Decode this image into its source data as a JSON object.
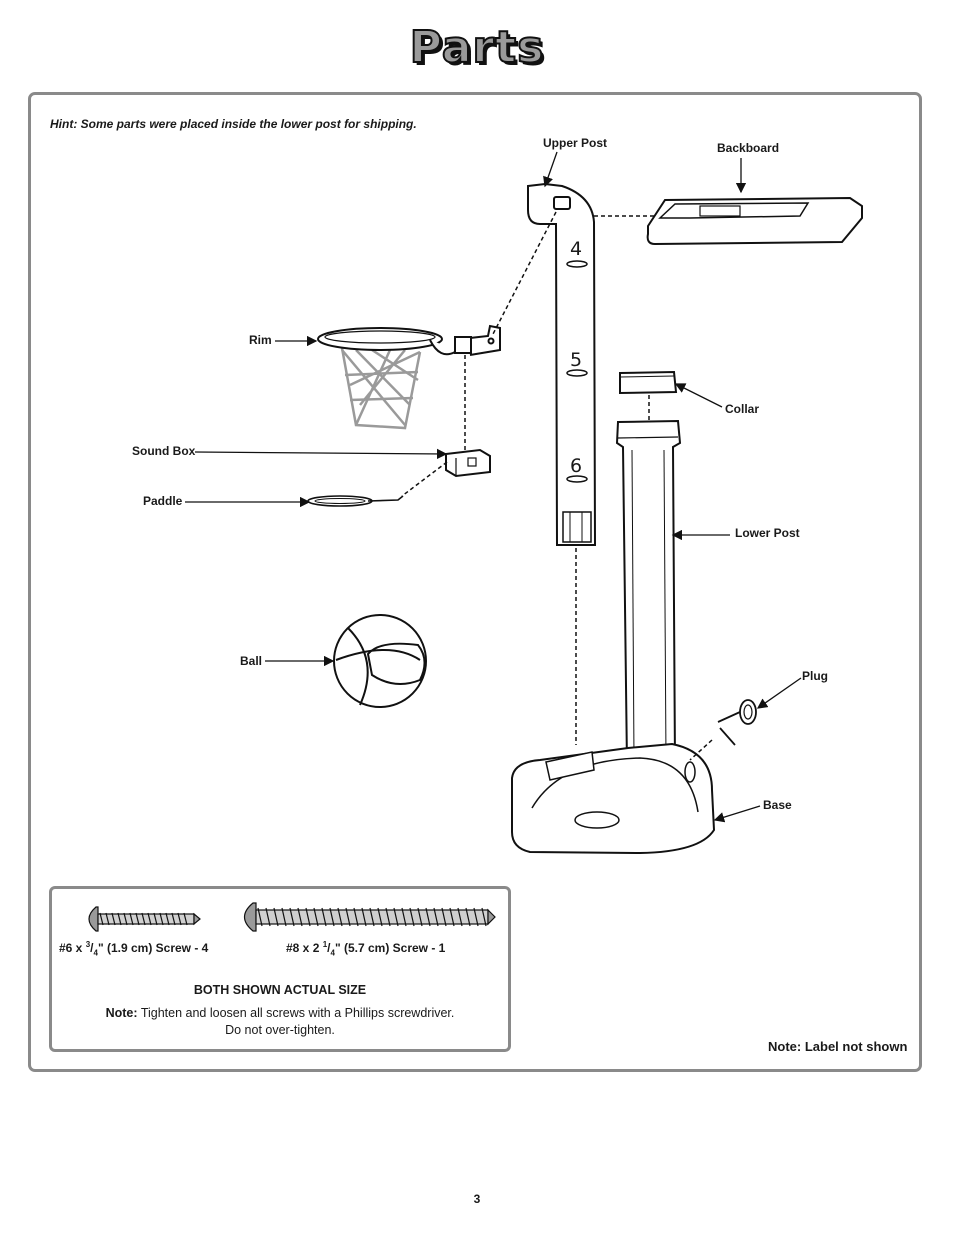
{
  "page": {
    "title": "Parts",
    "page_number": "3"
  },
  "hint": "Hint: Some parts were placed inside the lower post for shipping.",
  "parts": {
    "upper_post": "Upper Post",
    "backboard": "Backboard",
    "rim": "Rim",
    "sound_box": "Sound Box",
    "paddle": "Paddle",
    "ball": "Ball",
    "collar": "Collar",
    "lower_post": "Lower Post",
    "plug": "Plug",
    "base": "Base"
  },
  "post_numbers": [
    "4",
    "5",
    "6"
  ],
  "screws": {
    "small": {
      "prefix": "#6 x ",
      "num": "3",
      "den": "4",
      "suffix": "\" (1.9 cm) Screw - 4"
    },
    "large": {
      "prefix": "#8 x 2 ",
      "num": "1",
      "den": "4",
      "suffix": "\" (5.7 cm) Screw - 1"
    },
    "actual_size": "BOTH SHOWN ACTUAL SIZE",
    "note_label": "Note:",
    "note_text": "Tighten and loosen all screws with a Phillips screwdriver.",
    "note_text2": "Do not over-tighten."
  },
  "label_note": "Note: Label not shown"
}
